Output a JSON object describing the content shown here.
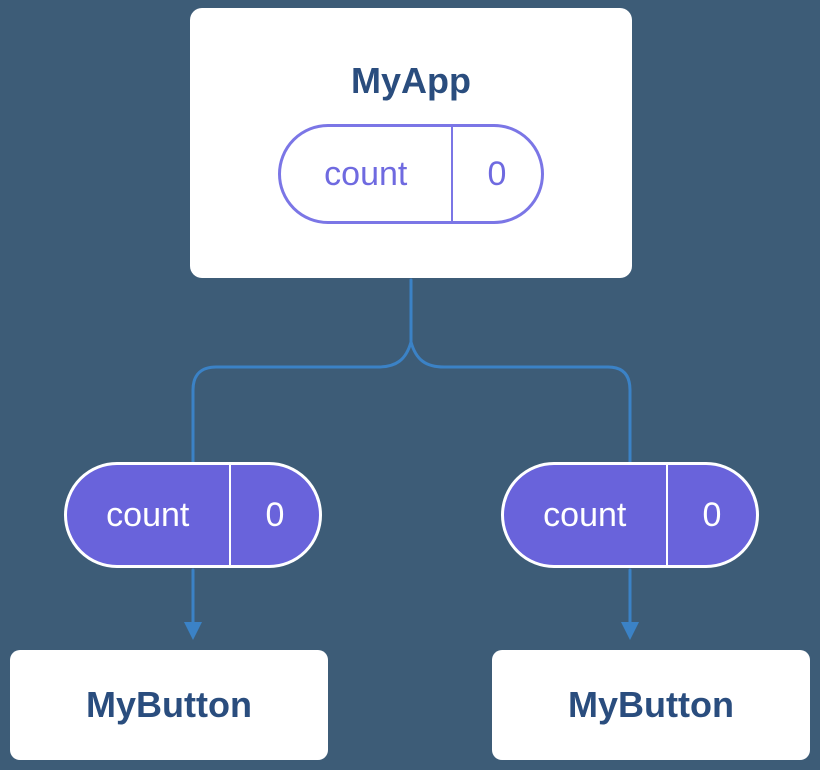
{
  "colors": {
    "background": "#3d5c77",
    "connector_blue": "#3b82c6",
    "prop_pill_fill": "#6963db",
    "state_pill_outline": "#7b76e6",
    "state_pill_text": "#6f6ae0",
    "card_title_navy": "#2a4d7e",
    "card_background": "#ffffff"
  },
  "app_card": {
    "title": "MyApp",
    "state_pill": {
      "label": "count",
      "value": "0"
    }
  },
  "left_pill": {
    "label": "count",
    "value": "0"
  },
  "right_pill": {
    "label": "count",
    "value": "0"
  },
  "left_button_card": {
    "title": "MyButton"
  },
  "right_button_card": {
    "title": "MyButton"
  }
}
